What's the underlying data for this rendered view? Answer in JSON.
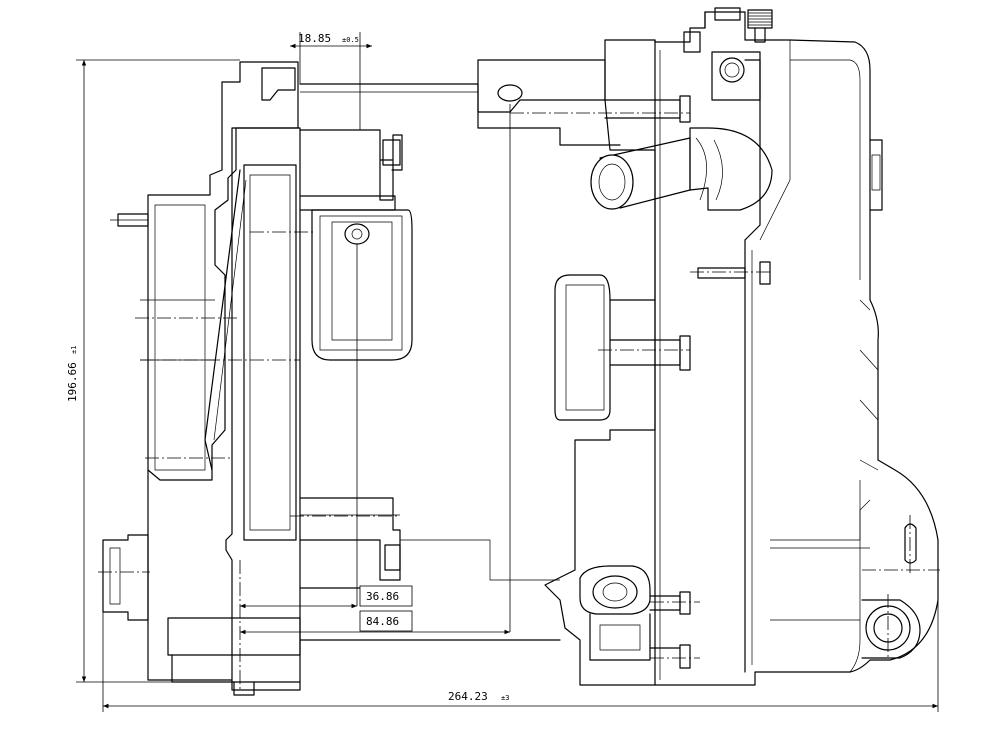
{
  "dimensions": {
    "top_width": {
      "value": "18.85",
      "tolerance": "±0.5"
    },
    "height": {
      "value": "196.66",
      "tolerance": "±1"
    },
    "overall_width": {
      "value": "264.23",
      "tolerance": "±3"
    },
    "offset_1": {
      "value": "36.86"
    },
    "offset_2": {
      "value": "84.86"
    }
  },
  "colors": {
    "line": "#000000",
    "background": "#ffffff"
  }
}
